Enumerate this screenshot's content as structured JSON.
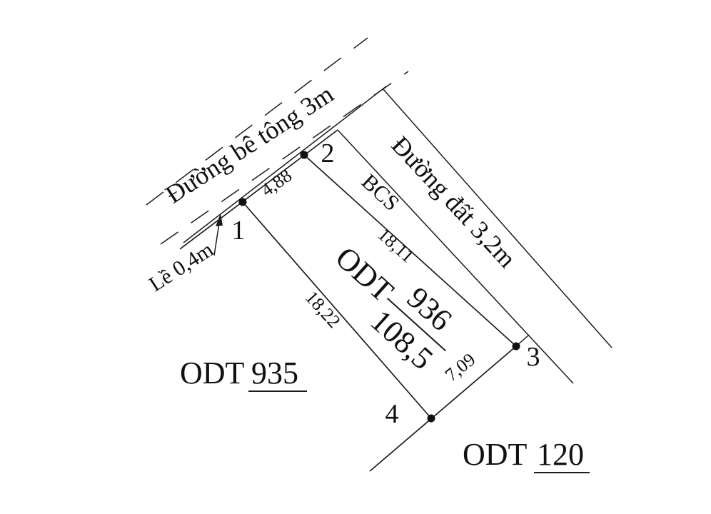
{
  "diagram_type": "cadastral-parcel-sketch",
  "roads": {
    "concrete_road_label": "Đường bê tông 3m",
    "dirt_road_label": "Đường đất 3,2m",
    "shoulder_label": "Lề 0,4m"
  },
  "parcel": {
    "land_use_code": "ODT",
    "number": "936",
    "area": "108,5",
    "strip_label": "BCS"
  },
  "corners": {
    "c1": "1",
    "c2": "2",
    "c3": "3",
    "c4": "4"
  },
  "edge_lengths": {
    "front_1_2": "4,88",
    "right_2_3": "18,11",
    "bottom_3_4": "7,09",
    "left_4_1": "18,22"
  },
  "neighbors": {
    "left": {
      "code": "ODT",
      "number": "935"
    },
    "bottom": {
      "code": "ODT",
      "number": "120"
    }
  }
}
